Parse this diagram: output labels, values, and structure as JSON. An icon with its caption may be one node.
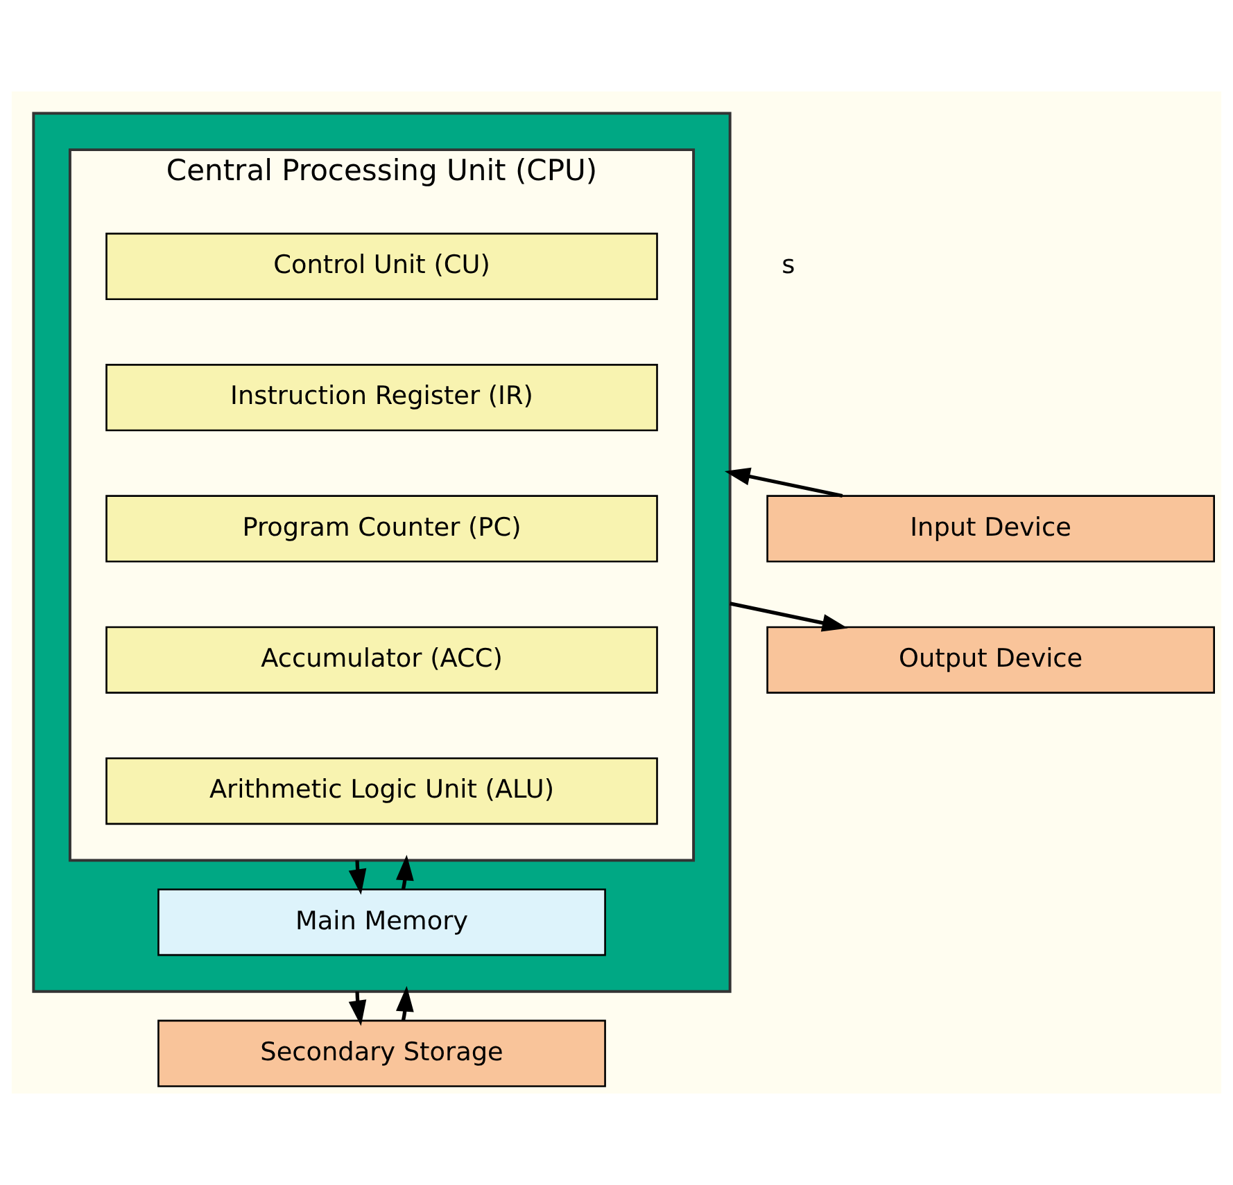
{
  "diagram": {
    "nodes": [
      {
        "text": [],
        "shape": "box"
      },
      {
        "text": [
          "Central Processing Unit (CPU)"
        ],
        "in": 0
      },
      {
        "text": [
          "Control Unit (CU)"
        ],
        "in": 1
      },
      {
        "text": [
          "Instruction Register (IR)"
        ],
        "in": 1
      },
      {
        "text": [
          "Program Counter (PC)"
        ],
        "in": 1
      },
      {
        "text": [
          "Accumulator (ACC)"
        ],
        "in": 1
      },
      {
        "text": [
          "Arithmetic Logic Unit (ALU)"
        ],
        "in": 1
      },
      {
        "text": [
          "Main Memory"
        ],
        "in": 0
      },
      {
        "text": [
          "Input Device"
        ]
      },
      {
        "text": [
          "Output Device"
        ]
      },
      {
        "text": [
          "Secondary Storage"
        ]
      }
    ],
    "edges": [
      {
        "from": 1,
        "to": 7,
        "arrow": "to"
      },
      {
        "from": 7,
        "to": 1,
        "arrow": "to"
      },
      {
        "from": 8,
        "to": 0,
        "arrow": "to"
      },
      {
        "from": 0,
        "to": 9,
        "arrow": "to"
      },
      {
        "from": 0,
        "to": 10,
        "arrow": "to"
      },
      {
        "from": 10,
        "to": 0,
        "arrow": "to"
      }
    ],
    "labels": [
      "s"
    ]
  }
}
